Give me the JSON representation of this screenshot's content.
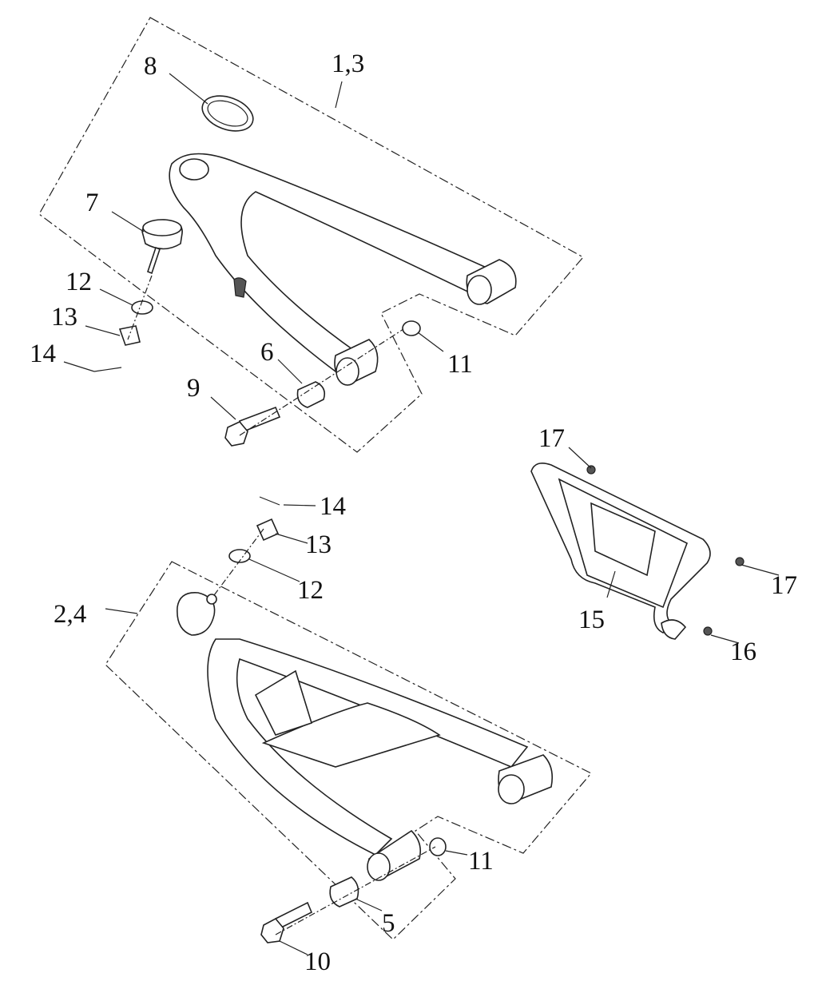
{
  "diagram": {
    "type": "exploded-parts-view",
    "callouts": {
      "upper_arm": "1,3",
      "snap_ring": "8",
      "ball_joint_upper": "7",
      "washer_upper": "12",
      "nut_upper": "13",
      "cotter_pin_upper": "14",
      "bushing_upper": "6",
      "bolt_upper": "9",
      "cap_upper": "11",
      "bolt_17a": "17",
      "bolt_17b": "17",
      "cotter_pin_lower": "14",
      "nut_lower": "13",
      "washer_lower": "12",
      "lower_arm": "2,4",
      "guard": "15",
      "bolt_16": "16",
      "cap_lower": "11",
      "bushing_lower": "5",
      "bolt_lower": "10"
    }
  }
}
